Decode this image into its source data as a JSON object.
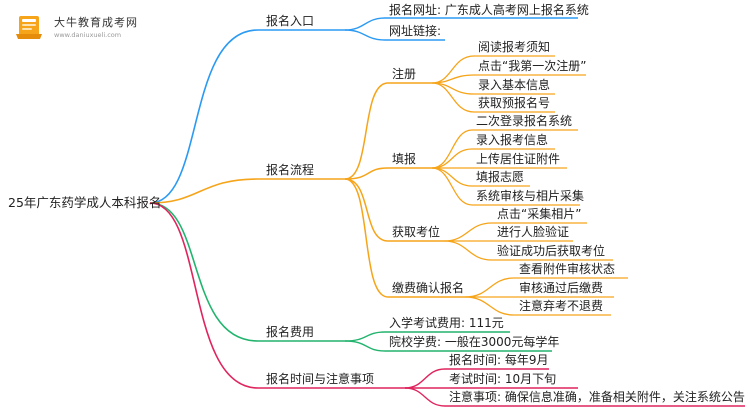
{
  "logo": {
    "title": "大牛教育成考网",
    "subtitle": "www.daniuxueli.com",
    "icon": "book-icon"
  },
  "colors": {
    "blue": "#2b9af3",
    "orange": "#f6a419",
    "green": "#22b46e",
    "red": "#e0245e"
  },
  "root": "25年广东药学成人本科报名",
  "branches": {
    "entry": {
      "label": "报名入口",
      "items": [
        "报名网址: 广东成人高考网上报名系统",
        "网址链接:"
      ]
    },
    "process": {
      "label": "报名流程",
      "register": {
        "label": "注册",
        "items": [
          "阅读报考须知",
          "点击“我第一次注册”",
          "录入基本信息",
          "获取预报名号"
        ]
      },
      "fill": {
        "label": "填报",
        "items": [
          "二次登录报名系统",
          "录入报考信息",
          "上传居住证附件",
          "填报志愿",
          "系统审核与相片采集"
        ]
      },
      "seat": {
        "label": "获取考位",
        "items": [
          "点击“采集相片”",
          "进行人脸验证",
          "验证成功后获取考位"
        ]
      },
      "pay": {
        "label": "缴费确认报名",
        "items": [
          "查看附件审核状态",
          "审核通过后缴费",
          "注意弃考不退费"
        ]
      }
    },
    "fees": {
      "label": "报名费用",
      "items": [
        "入学考试费用: 111元",
        "院校学费: 一般在3000元每学年"
      ]
    },
    "time": {
      "label": "报名时间与注意事项",
      "items": [
        "报名时间: 每年9月",
        "考试时间: 10月下旬",
        "注意事项: 确保信息准确，准备相关附件，关注系统公告"
      ]
    }
  }
}
